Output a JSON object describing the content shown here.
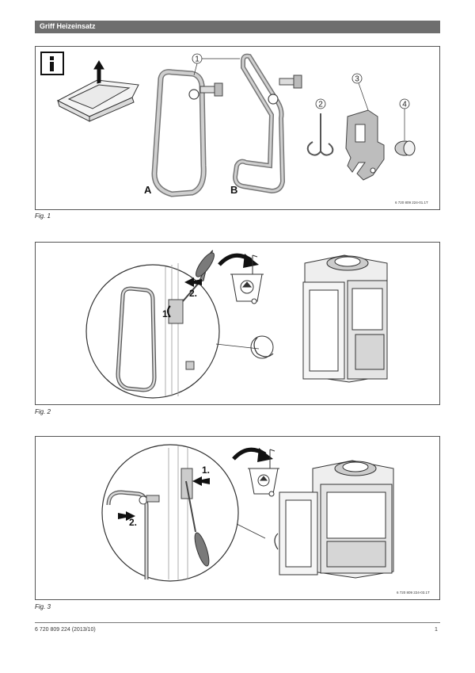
{
  "header": {
    "title": "Griff Heizeinsatz"
  },
  "figure1": {
    "caption": "Fig. 1",
    "callouts": [
      "1",
      "2",
      "3",
      "4"
    ],
    "letters": [
      "A",
      "B"
    ],
    "code": "6 720 809 224-01.1T",
    "icons": [
      "info-icon",
      "box-up-arrow-icon",
      "handle-a-icon",
      "handle-b-icon",
      "clip-icon",
      "latch-icon",
      "cap-icon"
    ]
  },
  "figure2": {
    "caption": "Fig. 2",
    "steps": [
      "1.",
      "2."
    ],
    "icons": [
      "magnify-circle-icon",
      "screwdriver-icon",
      "arrow-curve-icon",
      "recycle-bin-icon",
      "stove-insert-icon"
    ]
  },
  "figure3": {
    "caption": "Fig. 3",
    "steps": [
      "1.",
      "2."
    ],
    "code": "6 720 809 224-03.1T",
    "icons": [
      "magnify-circle-icon",
      "screwdriver-icon",
      "arrow-curve-icon",
      "recycle-bin-icon",
      "stove-insert-icon"
    ]
  },
  "footer": {
    "doc_number": "6 720 809 224 (2013/10)",
    "page": "1"
  }
}
